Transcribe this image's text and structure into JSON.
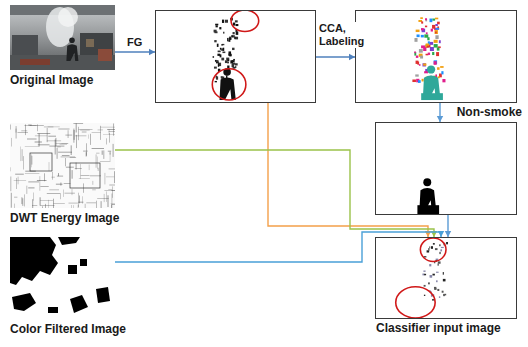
{
  "diagram": {
    "nodes": [
      {
        "text": [
          "Original Image"
        ]
      },
      {
        "text": []
      },
      {
        "text": []
      },
      {
        "text": [
          "DWT Energy Image"
        ]
      },
      {
        "text": [
          "Non-smoke"
        ]
      },
      {
        "text": [
          "Color Filtered Image"
        ]
      },
      {
        "text": [
          "Classifier input image"
        ]
      }
    ],
    "edges": [
      {
        "from": 0,
        "to": 1,
        "label": "FG",
        "arrow": "to"
      },
      {
        "from": 1,
        "to": 2,
        "label": "CCA, Labeling",
        "arrow": "to"
      },
      {
        "from": 2,
        "to": 4,
        "arrow": "to"
      },
      {
        "from": 1,
        "to": 6,
        "arrow": "to"
      },
      {
        "from": 3,
        "to": 6,
        "arrow": "to"
      },
      {
        "from": 4,
        "to": 6,
        "arrow": "to"
      },
      {
        "from": 5,
        "to": 6,
        "arrow": "to"
      }
    ]
  }
}
